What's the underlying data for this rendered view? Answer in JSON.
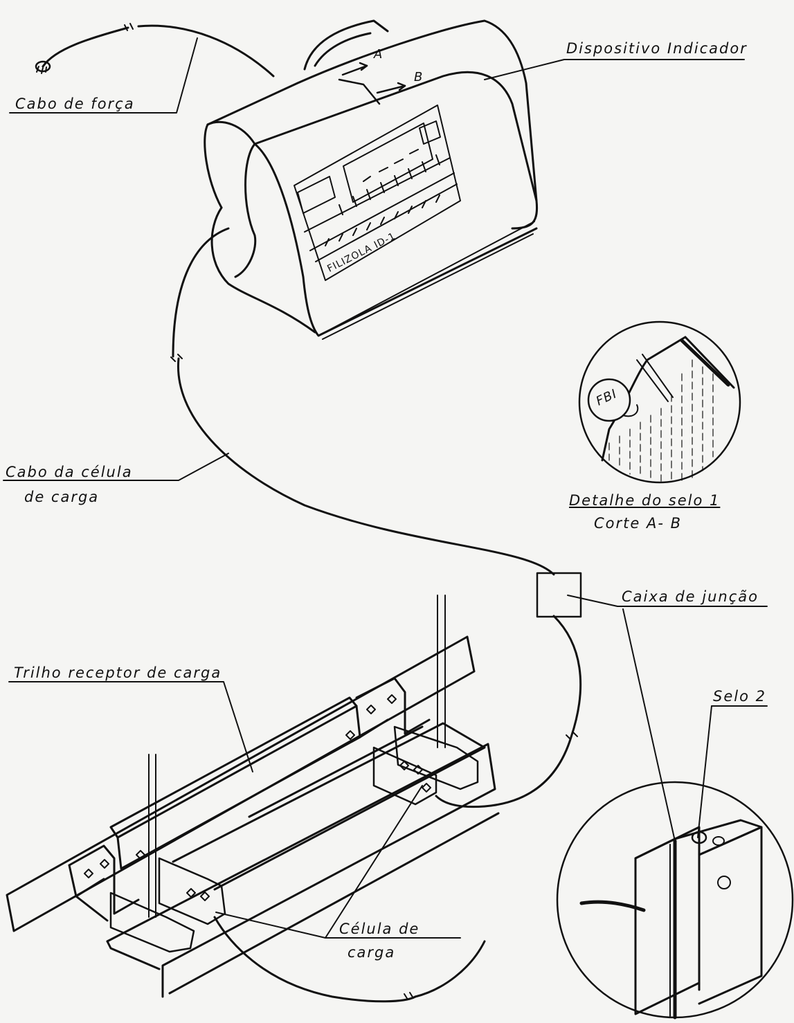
{
  "labels": {
    "cabo_forca": "Cabo de força",
    "dispositivo": "Dispositivo Indicador",
    "arrow_a": "A",
    "arrow_b": "B",
    "cabo_celula_1": "Cabo da célula",
    "cabo_celula_2": "de carga",
    "detalhe_1": "Detalhe do selo 1",
    "detalhe_2": "Corte A- B",
    "seal_text": "FBI",
    "caixa": "Caixa de junção",
    "trilho": "Trilho receptor de carga",
    "selo2": "Selo 2",
    "celula_1": "Célula de",
    "celula_2": "carga",
    "panel_brand": "FILIZOLA ID-1"
  }
}
